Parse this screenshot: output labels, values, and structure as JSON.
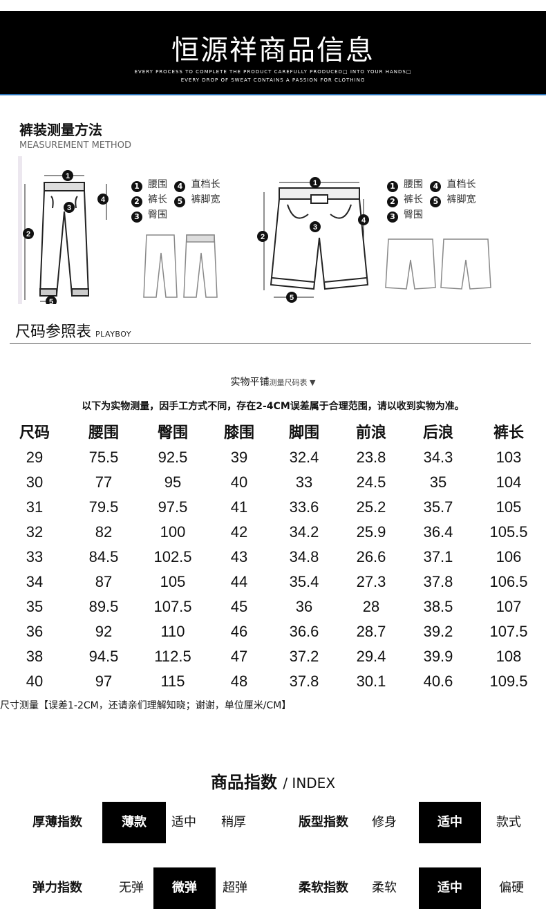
{
  "header": {
    "title": "恒源祥商品信息",
    "tagline1": "EVERY PROCESS TO COMPLETE THE PRODUCT CAREFULLY PRODUCED□ INTO YOUR HANDS□",
    "tagline2": "EVERY DROP OF SWEAT CONTAINS A PASSION FOR CLOTHING"
  },
  "measurement": {
    "title": "裤装测量方法",
    "subtitle": "MEASUREMENT METHOD",
    "legend_left": [
      {
        "num": "1",
        "label": "腰围"
      },
      {
        "num": "4",
        "label": "直档长"
      },
      {
        "num": "2",
        "label": "裤长"
      },
      {
        "num": "5",
        "label": "裤脚宽"
      },
      {
        "num": "3",
        "label": "臀围"
      }
    ],
    "legend_right": [
      {
        "num": "1",
        "label": "腰围"
      },
      {
        "num": "4",
        "label": "直档长"
      },
      {
        "num": "2",
        "label": "裤长"
      },
      {
        "num": "5",
        "label": "裤脚宽"
      },
      {
        "num": "3",
        "label": "臀围"
      }
    ]
  },
  "size_chart": {
    "heading": "尺码参照表",
    "brand": "PLAYBOY",
    "flat_measure": "实物平铺",
    "flat_measure_small": "测量尺码表 ▼",
    "tolerance_note": "以下为实物测量，因手工方式不同，存在2-4CM误差属于合理范围，请以收到实物为准。",
    "columns": [
      "尺码",
      "腰围",
      "臀围",
      "膝围",
      "脚围",
      "前浪",
      "后浪",
      "裤长"
    ],
    "rows": [
      [
        "29",
        "75.5",
        "92.5",
        "39",
        "32.4",
        "23.8",
        "34.3",
        "103"
      ],
      [
        "30",
        "77",
        "95",
        "40",
        "33",
        "24.5",
        "35",
        "104"
      ],
      [
        "31",
        "79.5",
        "97.5",
        "41",
        "33.6",
        "25.2",
        "35.7",
        "105"
      ],
      [
        "32",
        "82",
        "100",
        "42",
        "34.2",
        "25.9",
        "36.4",
        "105.5"
      ],
      [
        "33",
        "84.5",
        "102.5",
        "43",
        "34.8",
        "26.6",
        "37.1",
        "106"
      ],
      [
        "34",
        "87",
        "105",
        "44",
        "35.4",
        "27.3",
        "37.8",
        "106.5"
      ],
      [
        "35",
        "89.5",
        "107.5",
        "45",
        "36",
        "28",
        "38.5",
        "107"
      ],
      [
        "36",
        "92",
        "110",
        "46",
        "36.6",
        "28.7",
        "39.2",
        "107.5"
      ],
      [
        "38",
        "94.5",
        "112.5",
        "47",
        "37.2",
        "29.4",
        "39.9",
        "108"
      ],
      [
        "40",
        "97",
        "115",
        "48",
        "37.8",
        "30.1",
        "40.6",
        "109.5"
      ]
    ],
    "footnote": "尺寸测量【误差1-2CM，还请亲们理解知晓；谢谢，单位厘米/CM】"
  },
  "index": {
    "title": "商品指数",
    "title_en": "/ INDEX",
    "thickness": {
      "label": "厚薄指数",
      "options": [
        "薄款",
        "适中",
        "稍厚"
      ],
      "selected": "薄款"
    },
    "fit": {
      "label": "版型指数",
      "options": [
        "修身",
        "适中",
        "款式"
      ],
      "selected": "适中"
    },
    "elasticity": {
      "label": "弹力指数",
      "options": [
        "无弹",
        "微弹",
        "超弹"
      ],
      "selected": "微弹"
    },
    "softness": {
      "label": "柔软指数",
      "options": [
        "柔软",
        "适中",
        "偏硬"
      ],
      "selected": "适中"
    }
  }
}
